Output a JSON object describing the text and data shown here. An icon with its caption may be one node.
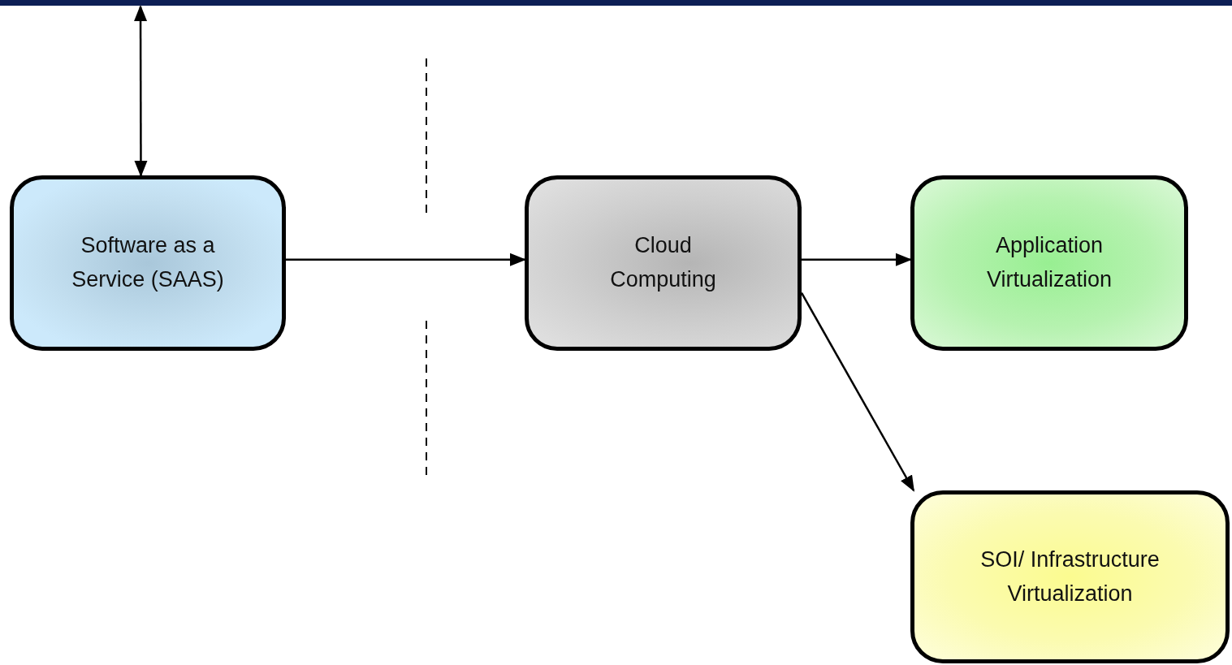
{
  "diagram": {
    "nodes": [
      {
        "text": [
          "Software as a Service (SAAS)"
        ]
      },
      {
        "text": [
          "Cloud Computing"
        ]
      },
      {
        "text": [
          "Application Virtualization"
        ]
      },
      {
        "text": [
          "SOI/ Infrastructure Virtualization"
        ]
      }
    ],
    "edges": [
      {
        "from": null,
        "to": 0,
        "arrow": "both"
      },
      {
        "from": 0,
        "to": 1,
        "arrow": "to"
      },
      {
        "from": 1,
        "to": 2,
        "arrow": "to"
      },
      {
        "from": 1,
        "to": 3,
        "arrow": "to"
      }
    ]
  }
}
